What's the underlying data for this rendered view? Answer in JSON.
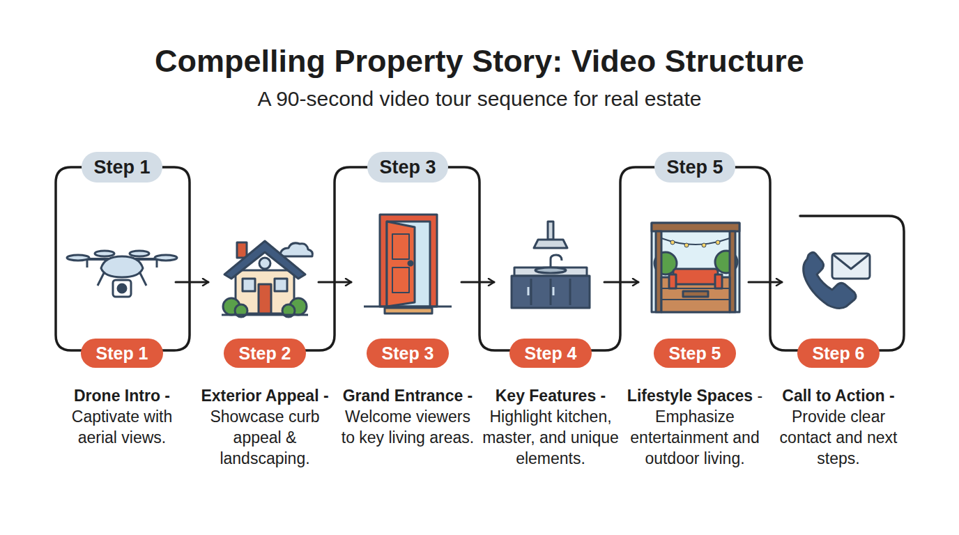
{
  "diagram": {
    "title": "Compelling Property Story: Video Structure",
    "nodes": [
      {
        "text": [
          "Step 1"
        ]
      },
      {
        "text": [
          "Step 1",
          "Drone Intro -",
          "Captivate with aerial views."
        ]
      },
      {
        "text": [
          "Step 2",
          "Exterior Appeal -",
          "Showcase curb appeal & landscaping."
        ]
      },
      {
        "text": [
          "Step 3"
        ]
      },
      {
        "text": [
          "Step 3",
          "Grand Entrance -",
          "Welcome viewers to key living areas."
        ]
      },
      {
        "text": [
          "Step 4",
          "Key Features -",
          "Highlight kitchen, master, and unique elements."
        ]
      },
      {
        "text": [
          "Step 5"
        ]
      },
      {
        "text": [
          "Step 5",
          "Lifestyle Spaces",
          "- Emphasize entertainment and outdoor living."
        ]
      },
      {
        "text": [
          "Step 6",
          "Call to Action -",
          "Provide clear contact and next steps."
        ]
      }
    ],
    "edges": [
      {
        "from": 1,
        "to": 2,
        "arrow": "to"
      },
      {
        "from": 2,
        "to": 4,
        "arrow": "to"
      },
      {
        "from": 4,
        "to": 5,
        "arrow": "to"
      },
      {
        "from": 5,
        "to": 7,
        "arrow": "to"
      },
      {
        "from": 7,
        "to": 8,
        "arrow": "to"
      }
    ],
    "labels": [
      "A 90-second video tour sequence for real estate"
    ]
  }
}
